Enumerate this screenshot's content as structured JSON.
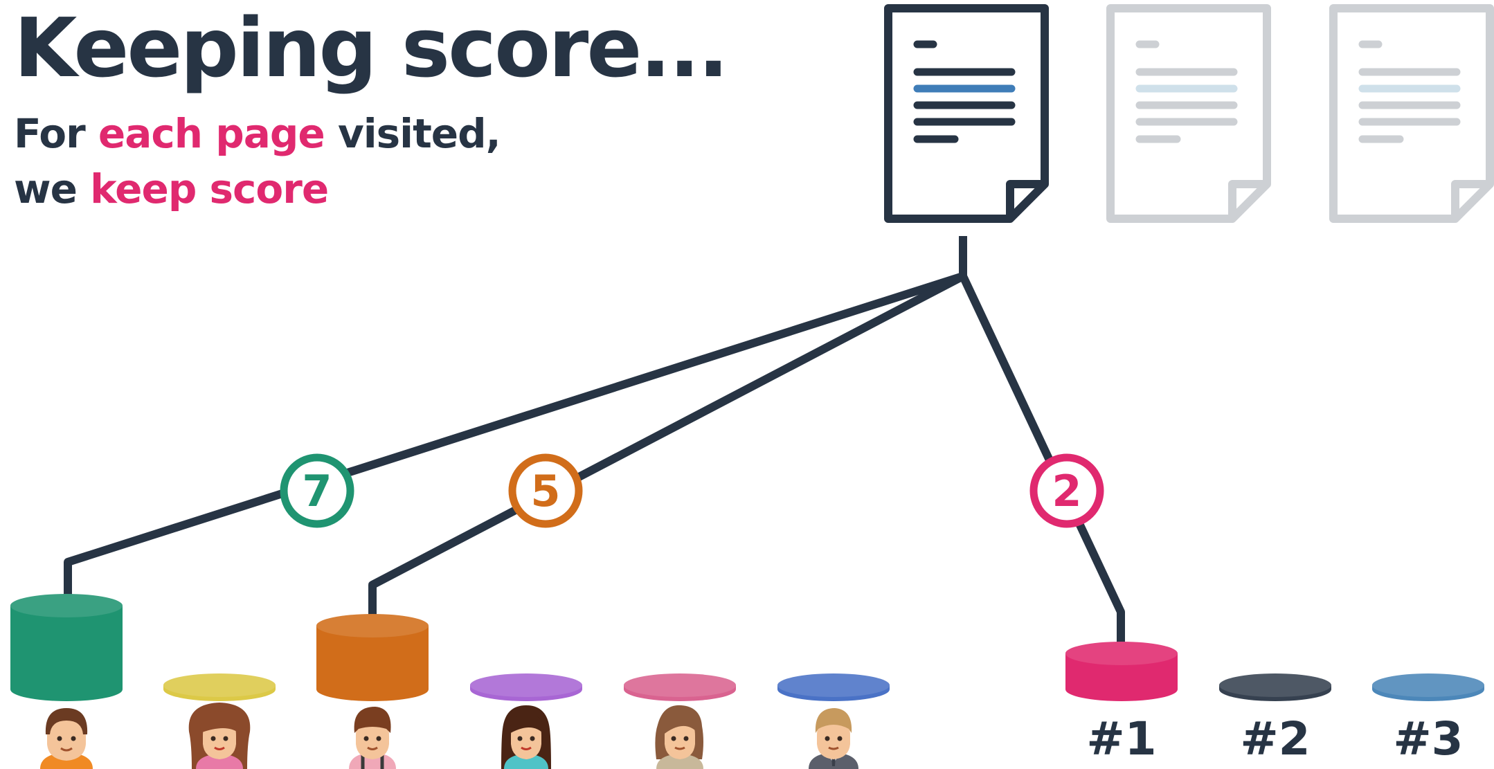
{
  "title": "Keeping score...",
  "subtitle": {
    "line1_pre": "For ",
    "line1_highlight": "each page",
    "line1_post": " visited,",
    "line2_pre": "we ",
    "line2_highlight": "keep score"
  },
  "colors": {
    "dark": "#273444",
    "accent_pink": "#e0296f",
    "faded": "#cdd0d4"
  },
  "documents": [
    {
      "name": "active-page",
      "state": "active"
    },
    {
      "name": "page-2",
      "state": "faded"
    },
    {
      "name": "page-3",
      "state": "faded"
    }
  ],
  "scores": [
    {
      "value": "7",
      "color": "#1f9471"
    },
    {
      "value": "5",
      "color": "#d16d1a"
    },
    {
      "value": "2",
      "color": "#e0296f"
    }
  ],
  "users": [
    {
      "avatar": "boy-orange-shirt-avatar",
      "disc_color": "#1f9471",
      "scored": true
    },
    {
      "avatar": "curly-hair-girl-avatar",
      "disc_color": "#dcc947",
      "scored": false
    },
    {
      "avatar": "boy-suspenders-avatar",
      "disc_color": "#d16d1a",
      "scored": true
    },
    {
      "avatar": "girl-teal-shirt-avatar",
      "disc_color": "#a866d4",
      "scored": false
    },
    {
      "avatar": "long-hair-person-avatar",
      "disc_color": "#d96390",
      "scored": false
    },
    {
      "avatar": "man-suit-avatar",
      "disc_color": "#4a72c6",
      "scored": false
    }
  ],
  "ranks": [
    {
      "label": "#1",
      "disc_color": "#e0296f",
      "scored": true
    },
    {
      "label": "#2",
      "disc_color": "#364150",
      "scored": false
    },
    {
      "label": "#3",
      "disc_color": "#4c87b9",
      "scored": false
    }
  ]
}
